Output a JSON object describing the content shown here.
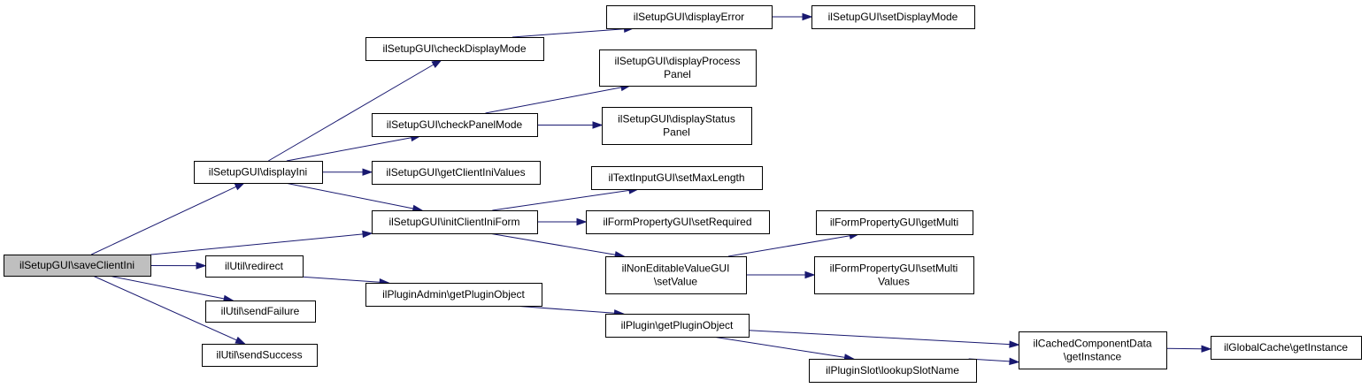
{
  "diagram": {
    "type": "call-graph",
    "colors": {
      "edge": "#191970",
      "root_fill": "#bfbfbf",
      "node_fill": "#ffffff",
      "node_border": "#000000"
    },
    "nodes": [
      {
        "id": "saveClientIni",
        "lines": [
          "ilSetupGUI\\saveClientIni"
        ],
        "root": true
      },
      {
        "id": "displayIni",
        "lines": [
          "ilSetupGUI\\displayIni"
        ]
      },
      {
        "id": "redirect",
        "lines": [
          "ilUtil\\redirect"
        ]
      },
      {
        "id": "sendFailure",
        "lines": [
          "ilUtil\\sendFailure"
        ]
      },
      {
        "id": "sendSuccess",
        "lines": [
          "ilUtil\\sendSuccess"
        ]
      },
      {
        "id": "checkDisplayMode",
        "lines": [
          "ilSetupGUI\\checkDisplayMode"
        ]
      },
      {
        "id": "checkPanelMode",
        "lines": [
          "ilSetupGUI\\checkPanelMode"
        ]
      },
      {
        "id": "getClientIniValues",
        "lines": [
          "ilSetupGUI\\getClientIniValues"
        ]
      },
      {
        "id": "initClientIniForm",
        "lines": [
          "ilSetupGUI\\initClientIniForm"
        ]
      },
      {
        "id": "getPluginObjectAdmin",
        "lines": [
          "ilPluginAdmin\\getPluginObject"
        ]
      },
      {
        "id": "displayError",
        "lines": [
          "ilSetupGUI\\displayError"
        ]
      },
      {
        "id": "displayProcessPanel",
        "lines": [
          "ilSetupGUI\\displayProcess",
          "Panel"
        ]
      },
      {
        "id": "displayStatusPanel",
        "lines": [
          "ilSetupGUI\\displayStatus",
          "Panel"
        ]
      },
      {
        "id": "setMaxLength",
        "lines": [
          "ilTextInputGUI\\setMaxLength"
        ]
      },
      {
        "id": "setRequired",
        "lines": [
          "ilFormPropertyGUI\\setRequired"
        ]
      },
      {
        "id": "setValue",
        "lines": [
          "ilNonEditableValueGUI",
          "\\setValue"
        ]
      },
      {
        "id": "getPluginObject",
        "lines": [
          "ilPlugin\\getPluginObject"
        ]
      },
      {
        "id": "lookupSlotName",
        "lines": [
          "ilPluginSlot\\lookupSlotName"
        ]
      },
      {
        "id": "setDisplayMode",
        "lines": [
          "ilSetupGUI\\setDisplayMode"
        ]
      },
      {
        "id": "getMulti",
        "lines": [
          "ilFormPropertyGUI\\getMulti"
        ]
      },
      {
        "id": "setMultiValues",
        "lines": [
          "ilFormPropertyGUI\\setMulti",
          "Values"
        ]
      },
      {
        "id": "cachedGetInstance",
        "lines": [
          "ilCachedComponentData",
          "\\getInstance"
        ]
      },
      {
        "id": "globalCacheGetInstance",
        "lines": [
          "ilGlobalCache\\getInstance"
        ]
      }
    ],
    "edges": [
      [
        "saveClientIni",
        "displayIni"
      ],
      [
        "saveClientIni",
        "initClientIniForm"
      ],
      [
        "saveClientIni",
        "redirect"
      ],
      [
        "saveClientIni",
        "sendFailure"
      ],
      [
        "saveClientIni",
        "sendSuccess"
      ],
      [
        "displayIni",
        "checkDisplayMode"
      ],
      [
        "displayIni",
        "checkPanelMode"
      ],
      [
        "displayIni",
        "getClientIniValues"
      ],
      [
        "displayIni",
        "initClientIniForm"
      ],
      [
        "checkDisplayMode",
        "displayError"
      ],
      [
        "displayError",
        "setDisplayMode"
      ],
      [
        "checkPanelMode",
        "displayProcessPanel"
      ],
      [
        "checkPanelMode",
        "displayStatusPanel"
      ],
      [
        "initClientIniForm",
        "setMaxLength"
      ],
      [
        "initClientIniForm",
        "setRequired"
      ],
      [
        "initClientIniForm",
        "setValue"
      ],
      [
        "setValue",
        "getMulti"
      ],
      [
        "setValue",
        "setMultiValues"
      ],
      [
        "redirect",
        "getPluginObjectAdmin"
      ],
      [
        "getPluginObjectAdmin",
        "getPluginObject"
      ],
      [
        "getPluginObject",
        "cachedGetInstance"
      ],
      [
        "getPluginObject",
        "lookupSlotName"
      ],
      [
        "lookupSlotName",
        "cachedGetInstance"
      ],
      [
        "cachedGetInstance",
        "globalCacheGetInstance"
      ]
    ]
  }
}
